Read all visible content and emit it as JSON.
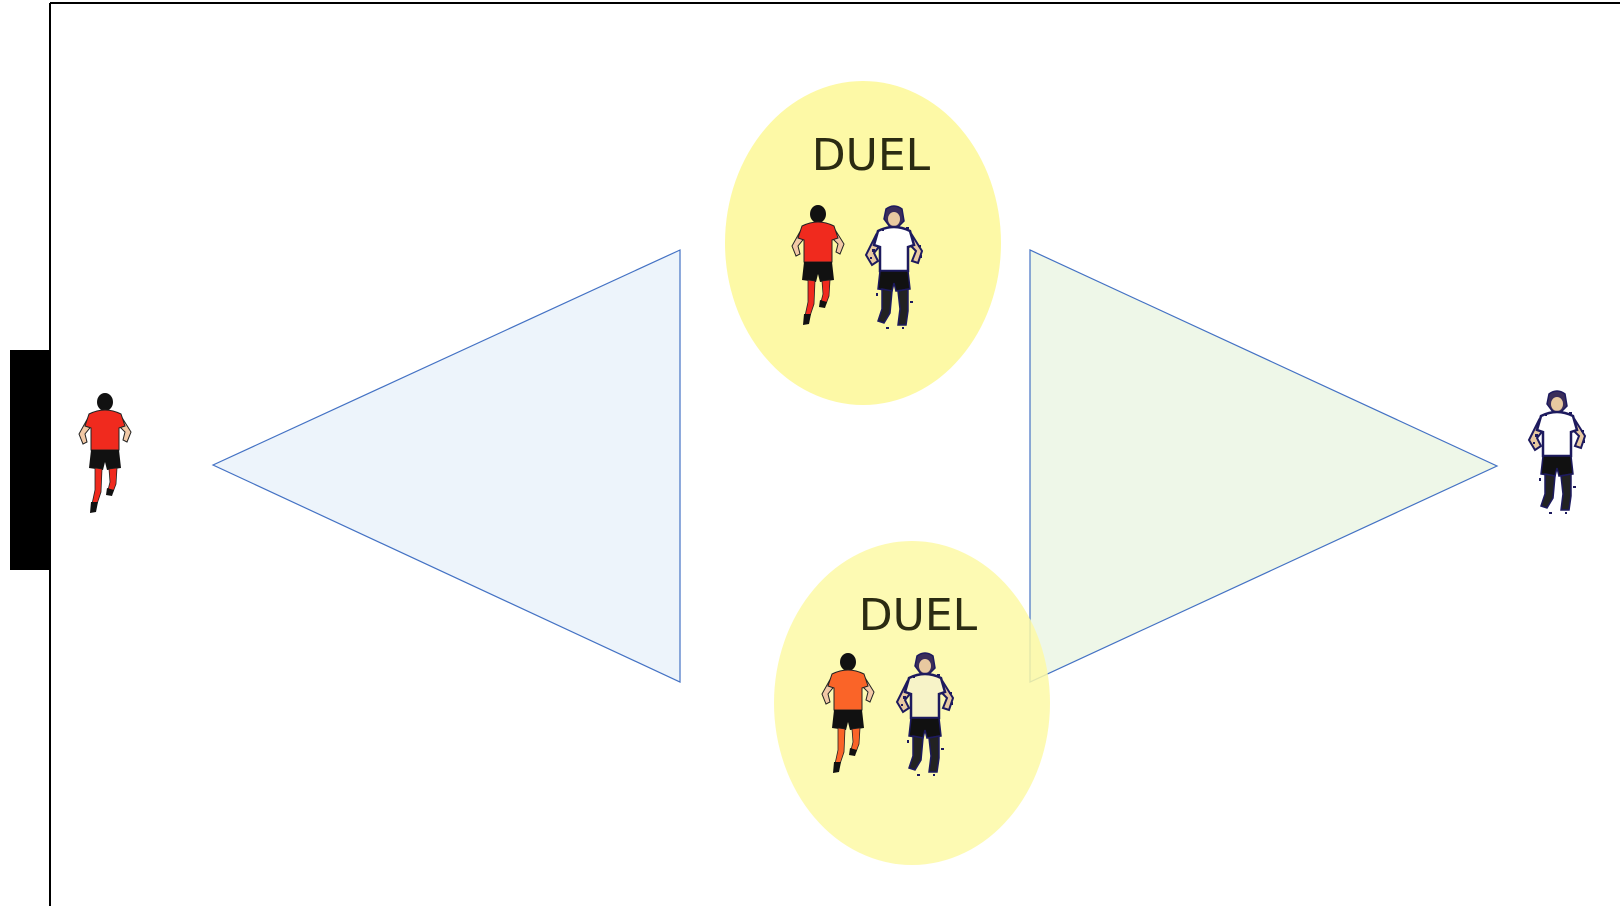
{
  "diagram": {
    "zones": [
      {
        "label": "DUEL",
        "players": [
          "red-player-icon",
          "white-player-icon"
        ]
      },
      {
        "label": "DUEL",
        "players": [
          "orange-player-icon",
          "cream-player-icon"
        ]
      }
    ],
    "players": [
      {
        "team": "red",
        "icon": "red-player-icon"
      },
      {
        "team": "white",
        "icon": "white-player-icon"
      }
    ],
    "colors": {
      "duel_zone": "#fdf9a6",
      "left_triangle_fill": "#edf4fb",
      "right_triangle_fill": "#eef7e8",
      "triangle_stroke": "#4472c4",
      "red_jersey": "#f02a1e",
      "orange_jersey": "#fa6428",
      "white_jersey": "#ffffff",
      "cream_jersey": "#f7f3c8",
      "shorts": "#111111",
      "outline_navy": "#1d1a5e",
      "goal_bar": "#000000",
      "pitch_border": "#000000"
    }
  }
}
